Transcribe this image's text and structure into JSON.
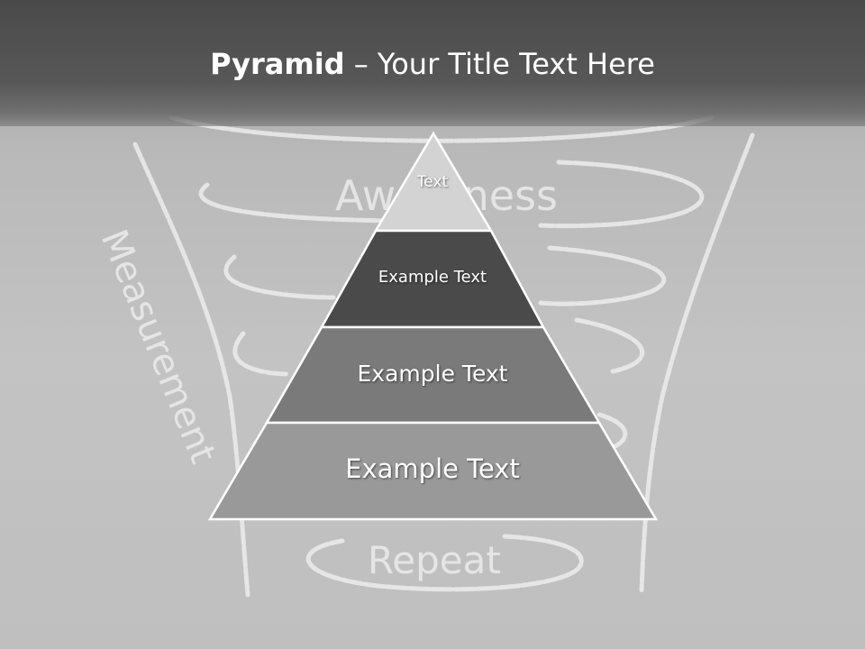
{
  "slide": {
    "title_bold": "Pyramid",
    "title_dash": " – ",
    "title_rest": "Your Title Text Here"
  },
  "background": {
    "chalk_words": {
      "awareness": "Awareness",
      "measurement": "Measurement",
      "repeat": "Repeat"
    }
  },
  "pyramid": {
    "tiers": [
      {
        "label": "Text",
        "fill": "#d3d3d3"
      },
      {
        "label": "Example Text",
        "fill": "#4a4a4a"
      },
      {
        "label": "Example Text",
        "fill": "#7a7a7a"
      },
      {
        "label": "Example Text",
        "fill": "#999999"
      }
    ],
    "stroke": "#ffffff"
  }
}
